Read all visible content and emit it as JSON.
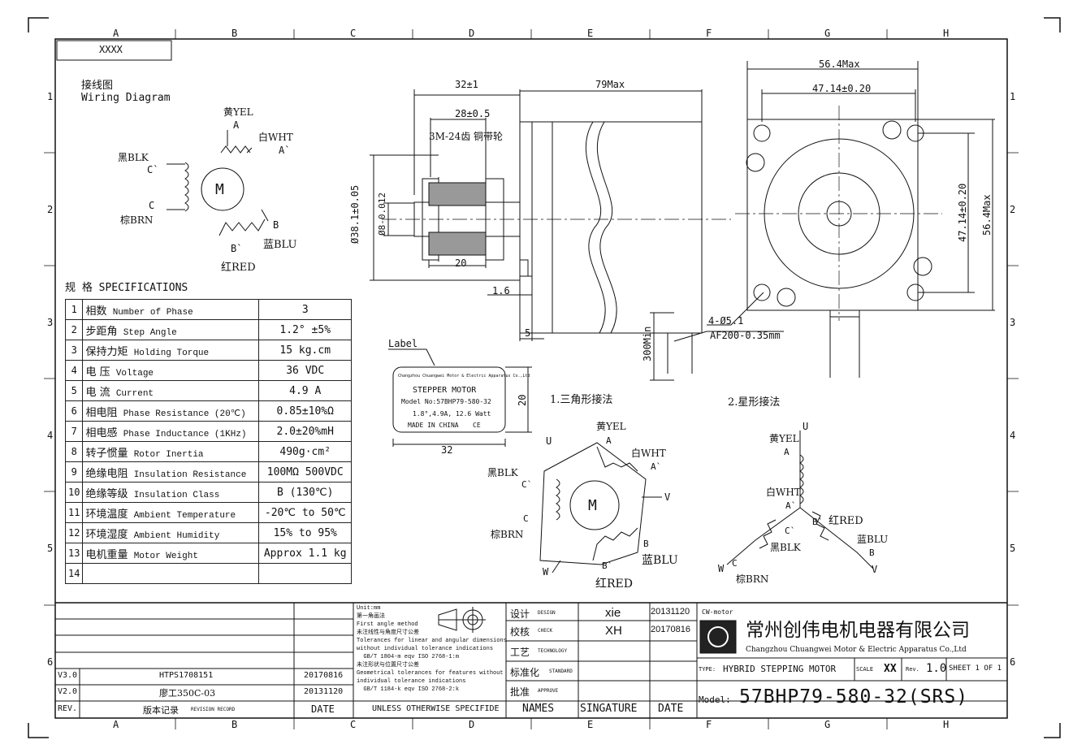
{
  "frame": {
    "columns": [
      "A",
      "B",
      "C",
      "D",
      "E",
      "F",
      "G",
      "H"
    ],
    "rows": [
      "1",
      "2",
      "3",
      "4",
      "5",
      "6"
    ],
    "corner_label": "XXXX"
  },
  "wiring": {
    "title_cn": "接线图",
    "title_en": "Wiring Diagram",
    "motor": "M",
    "yel": "黄YEL",
    "a": "A",
    "wht": "白WHT",
    "a2": "A`",
    "blk": "黑BLK",
    "c2": "C`",
    "brn": "棕BRN",
    "c": "C",
    "b": "B",
    "b2": "B`",
    "red": "红RED",
    "blu": "蓝BLU"
  },
  "specs": {
    "title": "规 格 SPECIFICATIONS",
    "rows": [
      {
        "no": "1",
        "cn": "相数",
        "en": "Number of Phase",
        "value": "3"
      },
      {
        "no": "2",
        "cn": "步距角",
        "en": "Step Angle",
        "value": "1.2° ±5%"
      },
      {
        "no": "3",
        "cn": "保持力矩",
        "en": "Holding Torque",
        "value": "15 kg.cm"
      },
      {
        "no": "4",
        "cn": "电 压",
        "en": "Voltage",
        "value": "36 VDC"
      },
      {
        "no": "5",
        "cn": "电 流",
        "en": "Current",
        "value": "4.9 A"
      },
      {
        "no": "6",
        "cn": "相电阻",
        "en": "Phase Resistance (20℃)",
        "value": "0.85±10%Ω"
      },
      {
        "no": "7",
        "cn": "相电感",
        "en": "Phase Inductance (1KHz)",
        "value": "2.0±20%mH"
      },
      {
        "no": "8",
        "cn": "转子惯量",
        "en": "Rotor Inertia",
        "value": "490g·cm²"
      },
      {
        "no": "9",
        "cn": "绝缘电阻",
        "en": "Insulation Resistance",
        "value": "100MΩ 500VDC"
      },
      {
        "no": "10",
        "cn": "绝缘等级",
        "en": "Insulation Class",
        "value": "B (130℃)"
      },
      {
        "no": "11",
        "cn": "环境温度",
        "en": "Ambient Temperature",
        "value": "-20℃ to 50℃"
      },
      {
        "no": "12",
        "cn": "环境湿度",
        "en": "Ambient Humidity",
        "value": "15% to 95%"
      },
      {
        "no": "13",
        "cn": "电机重量",
        "en": "Motor Weight",
        "value": "Approx 1.1 kg"
      },
      {
        "no": "14",
        "cn": "",
        "en": "",
        "value": ""
      }
    ]
  },
  "side_view": {
    "d32": "32±1",
    "d79": "79Max",
    "d28": "28±0.5",
    "pulley": "3M-24齿 铜带轮",
    "d381": "Ø38.1±0.05",
    "d8": "Ø8-0.012",
    "d20": "20",
    "d16": "1.6",
    "d5": "5",
    "d300": "300Min",
    "holes": "4-Ø5.1",
    "wire": "AF200-0.35mm"
  },
  "front_view": {
    "d564": "56.4Max",
    "d4714": "47.14±0.20",
    "d4714v": "47.14±0.20",
    "d564v": "56.4Max"
  },
  "label": {
    "title": "Label",
    "company": "Changzhou Chuangwei Motor & Electric Apparatus Co.,Ltd",
    "name": "STEPPER MOTOR",
    "model": "Model No:57BHP79-580-32",
    "rating": "1.8°,4.9A, 12.6 Watt",
    "made": "MADE IN CHINA",
    "ce": "CE",
    "w": "32",
    "h": "20"
  },
  "delta": {
    "title": "1.三角形接法",
    "u": "U",
    "v": "V",
    "w": "W",
    "m": "M",
    "yel": "黄YEL",
    "a": "A",
    "wht": "白WHT",
    "a2": "A`",
    "blk": "黑BLK",
    "c2": "C`",
    "c": "C",
    "brn": "棕BRN",
    "b": "B",
    "blu": "蓝BLU",
    "b2": "B`",
    "red": "红RED"
  },
  "star": {
    "title": "2.星形接法",
    "u": "U",
    "v": "V",
    "w": "W",
    "yel": "黄YEL",
    "a": "A",
    "wht": "白WHT",
    "a2": "A`",
    "red": "红RED",
    "b2": "B`",
    "blk": "黑BLK",
    "c2": "C`",
    "blu": "蓝BLU",
    "b": "B",
    "c": "C",
    "brn": "棕BRN"
  },
  "revisions": {
    "rows": [
      {
        "rev": "V3.0",
        "desc": "HTPS1708151",
        "date": "20170816"
      },
      {
        "rev": "V2.0",
        "desc": "廖工350C-03",
        "date": "20131120"
      }
    ],
    "h_rev": "REV.",
    "h_desc": "版本记录",
    "h_desc_en": "REVISION RECORD",
    "h_date": "DATE"
  },
  "notes": {
    "lines": [
      "Unit:mm",
      "第一角画法",
      "First angle method",
      "未注线性与角度尺寸公差",
      "Tolerances for linear and angular dimensions",
      "without individual tolerance indications",
      "  GB/T 1804-m eqv ISO 2768-1:m",
      "未注形状与位置尺寸公差",
      "Geometrical tolerances for features without",
      "individual tolerance indications",
      "  GB/T 1184-k eqv ISO 2768-2:k"
    ],
    "footer": "UNLESS OTHERWISE SPECIFIDE"
  },
  "approvals": {
    "rows": [
      {
        "cn": "设计",
        "en": "DESIGN",
        "name": "xie",
        "date": "20131120"
      },
      {
        "cn": "校核",
        "en": "CHECK",
        "name": "XH",
        "date": "20170816"
      },
      {
        "cn": "工艺",
        "en": "TECHNOLOGY",
        "name": "",
        "date": ""
      },
      {
        "cn": "标准化",
        "en": "STANDARD",
        "name": "",
        "date": ""
      },
      {
        "cn": "批准",
        "en": "APPROVE",
        "name": "",
        "date": ""
      }
    ],
    "h_names": "NAMES",
    "h_sig": "SINGATURE",
    "h_date": "DATE"
  },
  "company": {
    "logo": "CW-motor",
    "name_cn": "常州创伟电机电器有限公司",
    "name_en": "Changzhou Chuangwei Motor & Electric Apparatus Co.,Ltd",
    "type_label": "TYPE:",
    "type": "HYBRID STEPPING MOTOR",
    "scale_label": "SCALE",
    "scale": "XX",
    "rev_label": "Rev.",
    "rev": "1.0",
    "sheet": "SHEET 1 OF 1",
    "model_label": "Model:",
    "model": "57BHP79-580-32(SRS)"
  }
}
